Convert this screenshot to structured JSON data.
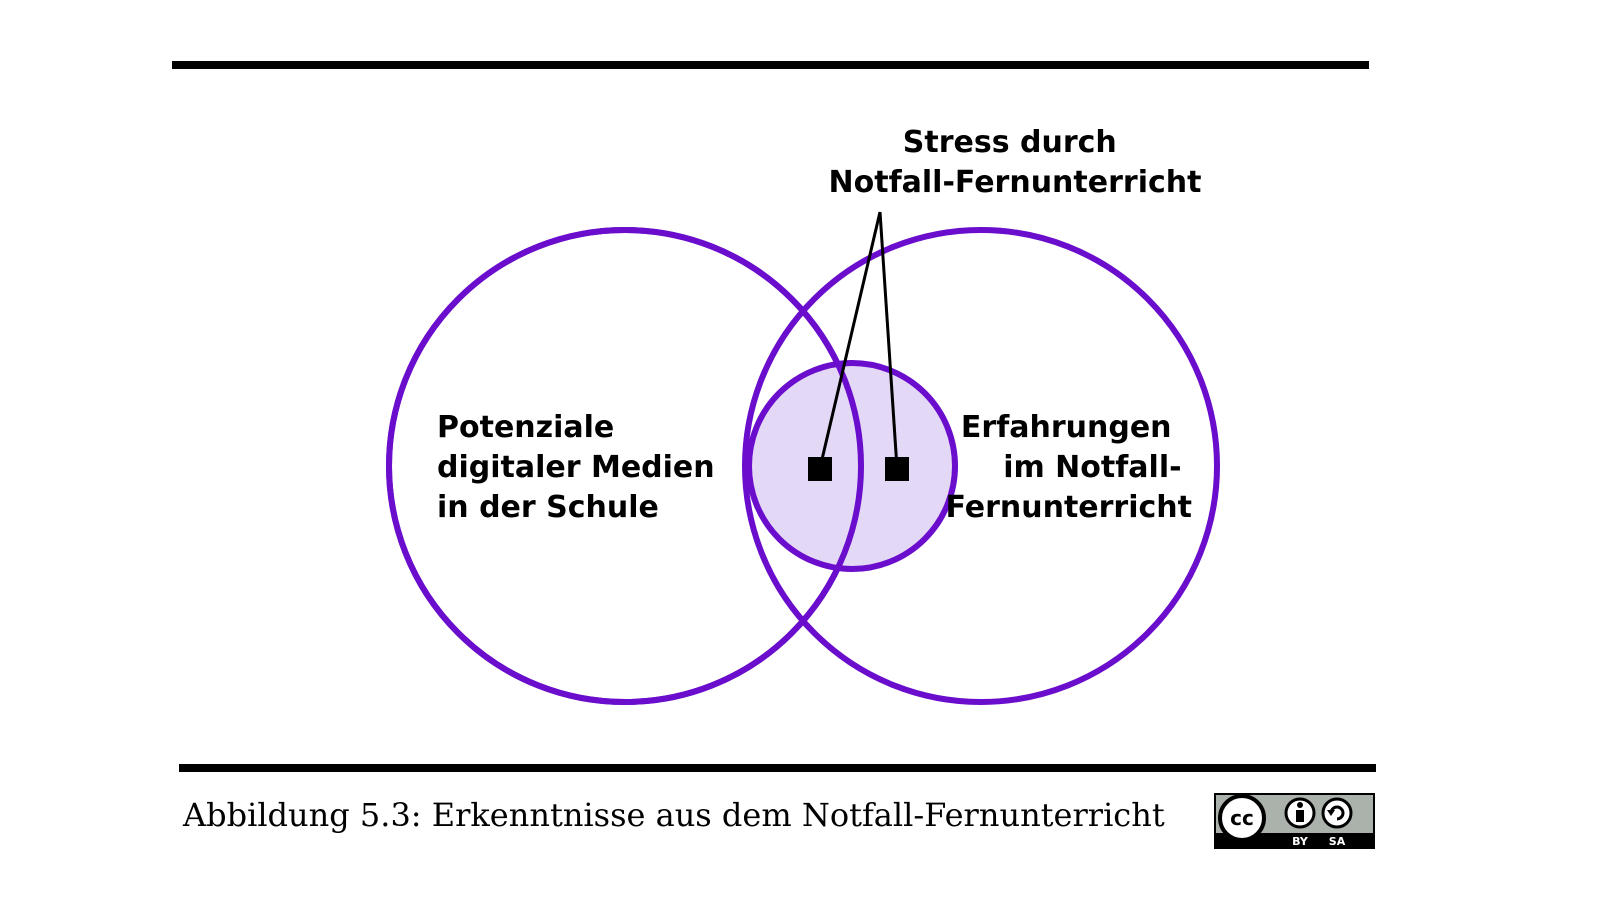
{
  "diagram": {
    "callout_lines": [
      "Stress durch",
      "Notfall-Fernunterricht"
    ],
    "left_circle_lines": [
      "Potenziale",
      "digitaler Medien",
      "in der Schule"
    ],
    "right_circle_lines": [
      "Erfahrungen",
      "im Notfall-",
      "Fernunterricht"
    ],
    "colors": {
      "circle_stroke": "#6a0dcc",
      "inner_fill": "#e4d8f7",
      "rule": "#000000"
    }
  },
  "caption": "Abbildung 5.3: Erkenntnisse aus dem Notfall-Fernunterricht",
  "license": {
    "cc_label": "cc",
    "by_label": "BY",
    "sa_label": "SA",
    "icons": [
      "cc-icon",
      "attribution-icon",
      "share-alike-icon"
    ]
  }
}
